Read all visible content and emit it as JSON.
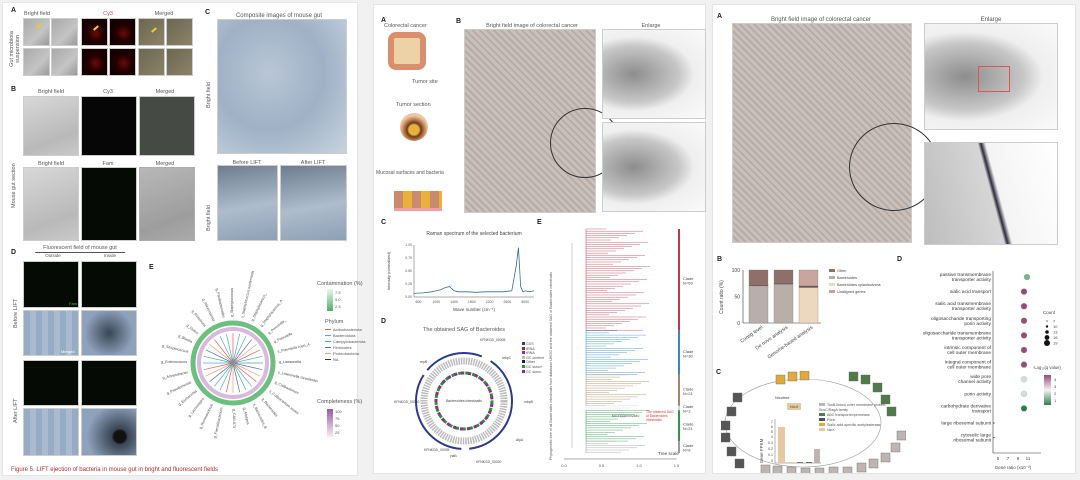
{
  "fig5": {
    "panelA": {
      "label": "A",
      "headers": [
        "Bright field",
        "Cy3",
        "Merged"
      ],
      "side": "Gut microbiota suspension"
    },
    "panelB": {
      "label": "B",
      "row1": [
        "Bright field",
        "Cy3",
        "Merged"
      ],
      "row2": [
        "Bright field",
        "Fam",
        "Merged"
      ],
      "side": "Mouse gut section"
    },
    "panelC": {
      "label": "C",
      "title": "Composite images of mouse gut",
      "side1": "Bright field",
      "before": "Before LIFT",
      "after": "After LIFT",
      "side2": "Bright field"
    },
    "panelD": {
      "label": "D",
      "title": "Fluorescent field of mouse gut",
      "outside": "Outside",
      "inside": "Inside",
      "before": "Before LIFT",
      "after": "After LIFT",
      "fam": "Fam",
      "merged": "Merged"
    },
    "panelE": {
      "label": "E",
      "taxa": [
        "g_Staphylococcus",
        "s_Staphylococcus epidermidis",
        "g_Staphylococcus_",
        "g_Staphylococcus_A",
        "g_Prevotella_",
        "g_Prevotella",
        "s_Prevotella copri_A",
        "g_Lawsonella",
        "s_Lawsonella clevelandensis_A",
        "g_Cutibacterium",
        "s_Cutibacterium acnes",
        "g_Bacteroides",
        "s_Bacteroides_B",
        "g_Alistipes",
        "g_CAG-873",
        "g_Faecalibacterium",
        "g_Ruminococcus",
        "g_Lachnospira",
        "g_Escherichia",
        "g_Pseudomonas",
        "g_Acinetobacter",
        "g_Enterococcus",
        "g_Streptococcus",
        "g_Blautia",
        "g_Dorea",
        "g_Roseburia",
        "g_Akkermansia",
        "g_Parabacteroides"
      ],
      "contamination_title": "Contamination (%)",
      "contamination_ticks": [
        "7.5",
        "5.0",
        "2.5"
      ],
      "phylum_title": "Phylum",
      "phyla": [
        {
          "name": "Actinobacteriota",
          "color": "#e0614c"
        },
        {
          "name": "Bacteroidota",
          "color": "#5aa3d6"
        },
        {
          "name": "Campylobacterota",
          "color": "#3cb39a"
        },
        {
          "name": "Firmicutes",
          "color": "#5a6fa8"
        },
        {
          "name": "Proteobacteria",
          "color": "#e8a07e"
        },
        {
          "name": "NA",
          "color": "#333333"
        }
      ],
      "completeness_title": "Completeness (%)",
      "completeness_ticks": [
        "100",
        "75",
        "50",
        "25"
      ]
    },
    "caption": "Figure 5. LIFT ejection of bacteria in mouse gut in bright and fluorescent fields"
  },
  "fig6": {
    "panelA": {
      "label": "A",
      "title": "Colorectal cancer",
      "tumor_site": "Tumor site",
      "tumor_section": "Tumor section",
      "mucosal": "Mucosal surfaces and bacteria"
    },
    "panelB": {
      "label": "B",
      "title": "Bright field image of colorectal cancer",
      "enlarge": "Enlarge"
    },
    "panelD": {
      "label": "D",
      "title": "The obtained SAG of Bacteroides",
      "center": "Bacteroides intestinalis",
      "genes": [
        "KFNKGD_00005",
        "mbpC",
        "mbpB",
        "AlpA",
        "KFNKGD_00020",
        "yiaB",
        "KFNKGD_00035",
        "KFNKGD_00040",
        "repB"
      ],
      "legend": [
        {
          "name": "CDS",
          "color": "#2b3a8c"
        },
        {
          "name": "tRNA",
          "color": "#b3202a"
        },
        {
          "name": "rRNA",
          "color": "#9c2a9c"
        },
        {
          "name": "GC content",
          "color": "#bbbbbb"
        },
        {
          "name": "Other",
          "color": "#222222"
        },
        {
          "name": "GC skew+",
          "color": "#1a9a2a"
        },
        {
          "name": "GC skew-",
          "color": "#a0209a"
        }
      ]
    },
    "panelE": {
      "label": "E",
      "ylabel": "Phylogenetic tree of all Bacteroides intestinalis from database UHGG and the obtained SAG of Bacteroides intestinalis",
      "highlight_id": "MGYG000002840",
      "highlight_note": "The obtained SAG of Bacteroides intestinalis",
      "tree_scale": "Tree scale",
      "xticks": [
        "0.0",
        "0.5",
        "1.0",
        "1.5"
      ],
      "clades": [
        {
          "name": "Clade",
          "n": "N=69",
          "color": "#c0394b"
        },
        {
          "name": "Clade",
          "n": "N=30",
          "color": "#2f8ccc"
        },
        {
          "name": "Clade",
          "n": "N=21",
          "color": "#a8875e"
        },
        {
          "name": "Clade",
          "n": "N=3",
          "color": "#cfd8e0"
        },
        {
          "name": "Clade",
          "n": "N=21",
          "color": "#2a9a4a"
        },
        {
          "name": "Clade",
          "n": "N=8",
          "color": "#9a9a9a"
        }
      ]
    }
  },
  "fig7": {
    "panelA": {
      "label": "A",
      "title": "Bright field image of colorectal cancer",
      "enlarge": "Enlarge"
    },
    "panelC": {
      "label": "C",
      "nicotine": "Nicotine",
      "nicx": "NicX",
      "ylabel": "Gene FPKM",
      "yticks_top": [
        "7",
        "6",
        "5",
        "4"
      ],
      "yticks_bottom": [
        "0.3",
        "0.2",
        "0.1",
        "0"
      ],
      "legend": [
        {
          "name": "TonB-linked outer membrane protein, SusC/RagA family",
          "color": "#bdb5b2"
        },
        {
          "name": "ABC transporter/permease",
          "color": "#4f7a4a"
        },
        {
          "name": "Porin",
          "color": "#555555"
        },
        {
          "name": "Sialic acid-specific acetylesterase",
          "color": "#e0aa3a"
        },
        {
          "name": "NicX",
          "color": "#e6c9a0"
        }
      ]
    }
  },
  "chart_data": [
    {
      "type": "line",
      "title": "Raman spectrum of the selected bacterium",
      "xlabel": "Wave number (cm⁻¹)",
      "ylabel": "Intensity (normalized)",
      "xlim": [
        500,
        3200
      ],
      "ylim": [
        0,
        1.0
      ],
      "yticks": [
        "0.00",
        "0.25",
        "0.50",
        "0.75",
        "1.00"
      ],
      "xticks": [
        "600",
        "1000",
        "1400",
        "1800",
        "2200",
        "2600",
        "3000"
      ],
      "x": [
        500,
        700,
        900,
        1000,
        1100,
        1200,
        1300,
        1400,
        1500,
        1700,
        1900,
        2100,
        2300,
        2500,
        2700,
        2800,
        2850,
        2900,
        2950,
        3000,
        3100,
        3200
      ],
      "y": [
        0.07,
        0.08,
        0.1,
        0.12,
        0.14,
        0.18,
        0.2,
        0.12,
        0.1,
        0.1,
        0.09,
        0.1,
        0.1,
        0.1,
        0.12,
        0.6,
        0.95,
        0.2,
        0.1,
        0.12,
        0.1,
        0.12
      ]
    },
    {
      "type": "bar",
      "stacked": true,
      "ylabel": "Count ratio (%)",
      "ylim": [
        0,
        100
      ],
      "yticks": [
        "0",
        "50",
        "100"
      ],
      "categories": [
        "Contig level",
        "De novo analysis",
        "Genome-based analysis"
      ],
      "series": [
        {
          "name": "Other",
          "color": "#8f6f6a",
          "values": [
            28,
            25,
            0
          ]
        },
        {
          "name": "Bacteroides",
          "color": "#b8aeaa",
          "values": [
            70,
            73,
            0
          ]
        },
        {
          "name": "Bacteroides xylanisolvens",
          "color": "#ecd8bd",
          "values": [
            0,
            0,
            67
          ]
        },
        {
          "name": "Unaligned genes",
          "color": "#c9a59d",
          "values": [
            0,
            0,
            30
          ]
        }
      ],
      "separator_values": [
        2,
        2,
        3
      ]
    },
    {
      "type": "scatter",
      "subtype": "dotplot",
      "xlabel": "Gene ratio (x10⁻²)",
      "xticks": [
        "5",
        "7",
        "9",
        "11"
      ],
      "xlim": [
        4,
        12
      ],
      "terms": [
        "passive transmembrane transporter activity",
        "sialic acid transport",
        "sialic acid transmembrane transporter activity",
        "oligosaccharide transporting porin activity",
        "oligosaccharide transmembrane transporter activity",
        "intrinsic component of cell outer membrane",
        "integral component of cell outer membrane",
        "wide pore channel activity",
        "porin activity",
        "carbohydrate derivative transport",
        "large ribosomal subunit",
        "cytosolic large ribosomal subunit"
      ],
      "gene_ratio": [
        10.8,
        10.2,
        10.2,
        10.2,
        10.2,
        10.2,
        10.2,
        10.2,
        10.2,
        10.2,
        4.2,
        4.2
      ],
      "count": [
        16,
        16,
        16,
        16,
        16,
        16,
        16,
        16,
        16,
        16,
        7,
        7
      ],
      "neglog10q": [
        1.5,
        4,
        4,
        4,
        4,
        4,
        4,
        2.2,
        2.2,
        0.8,
        null,
        null
      ],
      "count_legend_title": "Count",
      "count_legend": [
        "7",
        "10",
        "13",
        "16",
        "19"
      ],
      "color_legend_title": "-Log₁₀(q value)",
      "color_ticks": [
        "4",
        "3",
        "2",
        "1"
      ]
    }
  ]
}
